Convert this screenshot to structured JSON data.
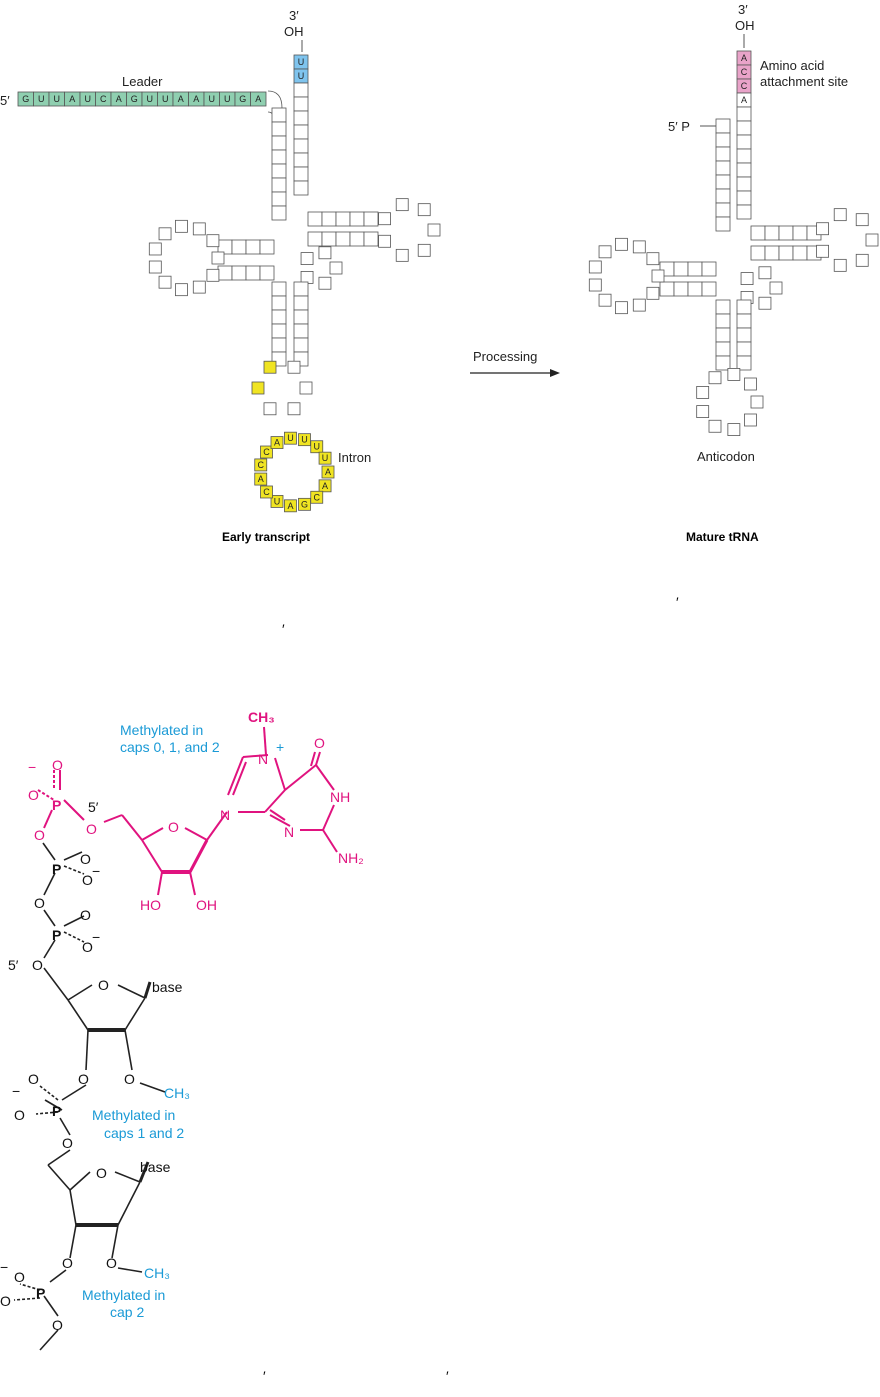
{
  "trna": {
    "five_prime": "5′",
    "three_prime": "3′",
    "oh": "OH",
    "leader_label": "Leader",
    "leader_seq": [
      "G",
      "U",
      "U",
      "A",
      "U",
      "C",
      "A",
      "G",
      "U",
      "U",
      "A",
      "A",
      "U",
      "U",
      "G",
      "A"
    ],
    "cca_early": [
      "U",
      "U"
    ],
    "cca_mature": [
      "A",
      "C",
      "C"
    ],
    "amino_acid_label_line1": "Amino acid",
    "amino_acid_label_line2": "attachment site",
    "five_p_label": "5′ P",
    "intron_label": "Intron",
    "processing_label": "Processing",
    "anticodon_label": "Anticodon",
    "early_title": "Early transcript",
    "mature_title": "Mature tRNA",
    "intron_seq": [
      "A",
      "A",
      "C",
      "G",
      "A",
      "U",
      "C",
      "A",
      "C",
      "C",
      "A",
      "U",
      "U",
      "U",
      "U"
    ],
    "colors": {
      "leader": "#8fcfb0",
      "cca_early": "#7fc4ee",
      "cca_mature": "#e9a3c9",
      "intron": "#f0e422"
    }
  },
  "cap": {
    "methyl_0_line1": "Methylated in",
    "methyl_0_line2": "caps 0, 1, and 2",
    "methyl_1_line1": "Methylated in",
    "methyl_1_line2": "caps 1 and 2",
    "methyl_2_line1": "Methylated in",
    "methyl_2_line2": "cap 2",
    "ch3": "CH₃",
    "o": "O",
    "p": "P",
    "nh": "NH",
    "nh2": "NH₂",
    "n": "N",
    "ho": "HO",
    "oh": "OH",
    "base": "base",
    "five_prime": "5′",
    "minus": "−",
    "plus": "+",
    "colors": {
      "cap": "#e0137f",
      "methyl": "#1a9ad6"
    }
  },
  "stray_marks": [
    "′",
    "′",
    "′",
    "′"
  ]
}
